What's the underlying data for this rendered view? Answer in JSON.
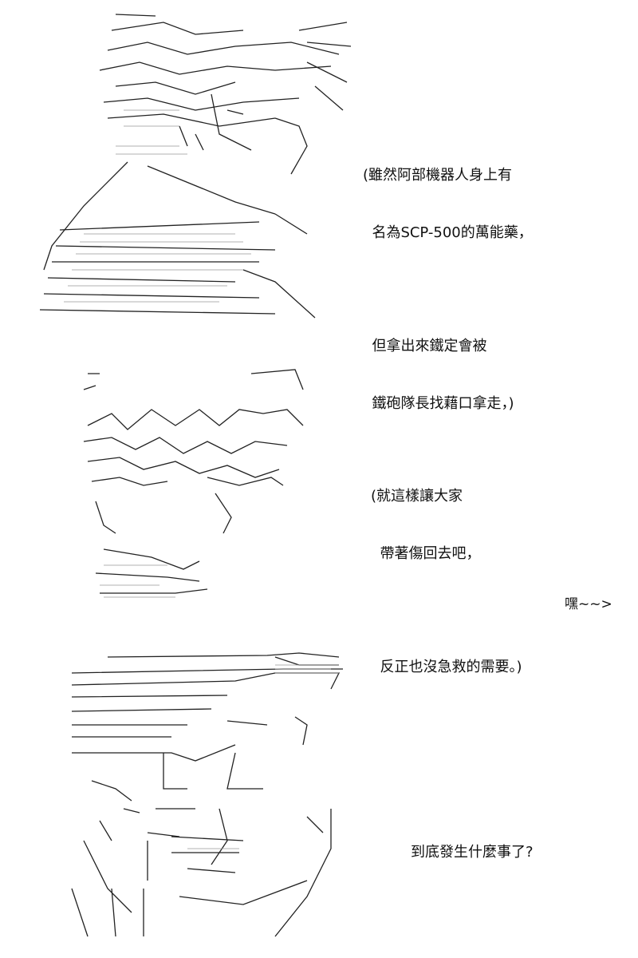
{
  "panels": [
    {
      "id": "panel-1",
      "caption_lines_a": [
        "(雖然阿部機器人身上有",
        "  名為SCP-500的萬能藥，"
      ],
      "caption_lines_b": [
        "  但拿出來鐵定會被",
        "  鐵砲隊長找藉口拿走，)"
      ]
    },
    {
      "id": "panel-2",
      "caption_lines_a": [
        "(就這樣讓大家",
        "  帶著傷回去吧，"
      ],
      "caption_lines_b": [
        "  反正也沒急救的需要。)"
      ],
      "aside": "嘿~~>"
    },
    {
      "id": "panel-3",
      "caption_lines_a": [
        "到底發生什麼事了?"
      ]
    }
  ],
  "colors": {
    "ink": "#111111",
    "background": "#ffffff"
  }
}
